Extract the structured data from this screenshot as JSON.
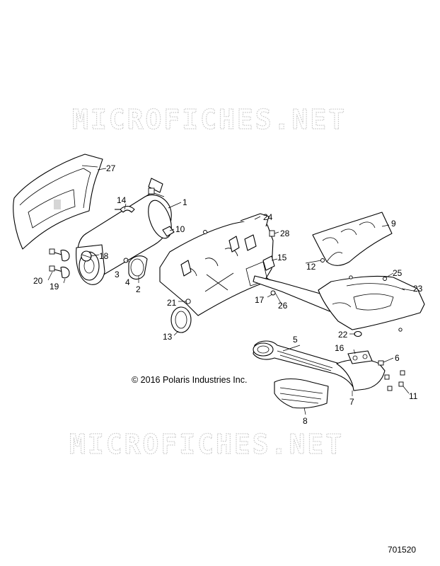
{
  "watermark": {
    "top": "MICROFICHES.NET",
    "bottom": "MICROFICHES.NET"
  },
  "copyright": "© 2016 Polaris Industries Inc.",
  "reference_number": "701520",
  "callouts": {
    "c1": "1",
    "c2": "2",
    "c3": "3",
    "c4": "4",
    "c5": "5",
    "c6": "6",
    "c7": "7",
    "c8": "8",
    "c9": "9",
    "c10": "10",
    "c11": "11",
    "c12": "12",
    "c13": "13",
    "c14": "14",
    "c15": "15",
    "c16": "16",
    "c17": "17",
    "c18": "18",
    "c19": "19",
    "c20": "20",
    "c21": "21",
    "c22": "22",
    "c23": "23",
    "c24": "24",
    "c25": "25",
    "c26": "26",
    "c27": "27",
    "c28": "28"
  }
}
